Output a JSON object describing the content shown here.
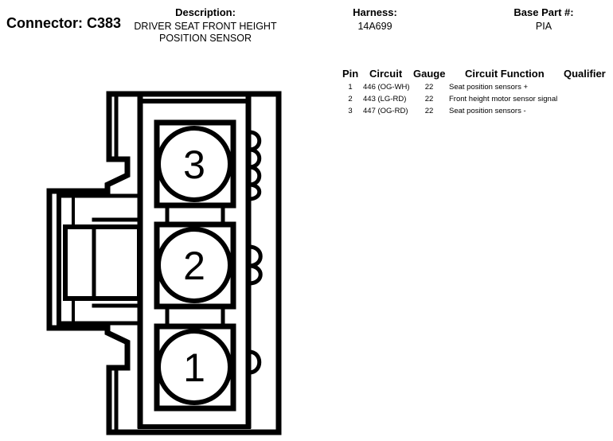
{
  "connector": {
    "title": "Connector: C383"
  },
  "header": {
    "description_label": "Description:",
    "description_line1": "DRIVER SEAT FRONT HEIGHT",
    "description_line2": "POSITION SENSOR",
    "harness_label": "Harness:",
    "harness_value": "14A699",
    "base_part_label": "Base Part #:",
    "base_part_value": "PIA"
  },
  "pin_table": {
    "columns": [
      "Pin",
      "Circuit",
      "Gauge",
      "Circuit Function",
      "Qualifier"
    ],
    "rows": [
      {
        "pin": "1",
        "circuit": "446 (OG-WH)",
        "gauge": "22",
        "function": "Seat position sensors +",
        "qualifier": ""
      },
      {
        "pin": "2",
        "circuit": "443 (LG-RD)",
        "gauge": "22",
        "function": "Front height motor sensor signal",
        "qualifier": ""
      },
      {
        "pin": "3",
        "circuit": "447 (OG-RD)",
        "gauge": "22",
        "function": "Seat position sensors -",
        "qualifier": ""
      }
    ]
  },
  "diagram": {
    "pin_labels": [
      "3",
      "2",
      "1"
    ],
    "stroke_color": "#000000",
    "fill_color": "#ffffff"
  }
}
